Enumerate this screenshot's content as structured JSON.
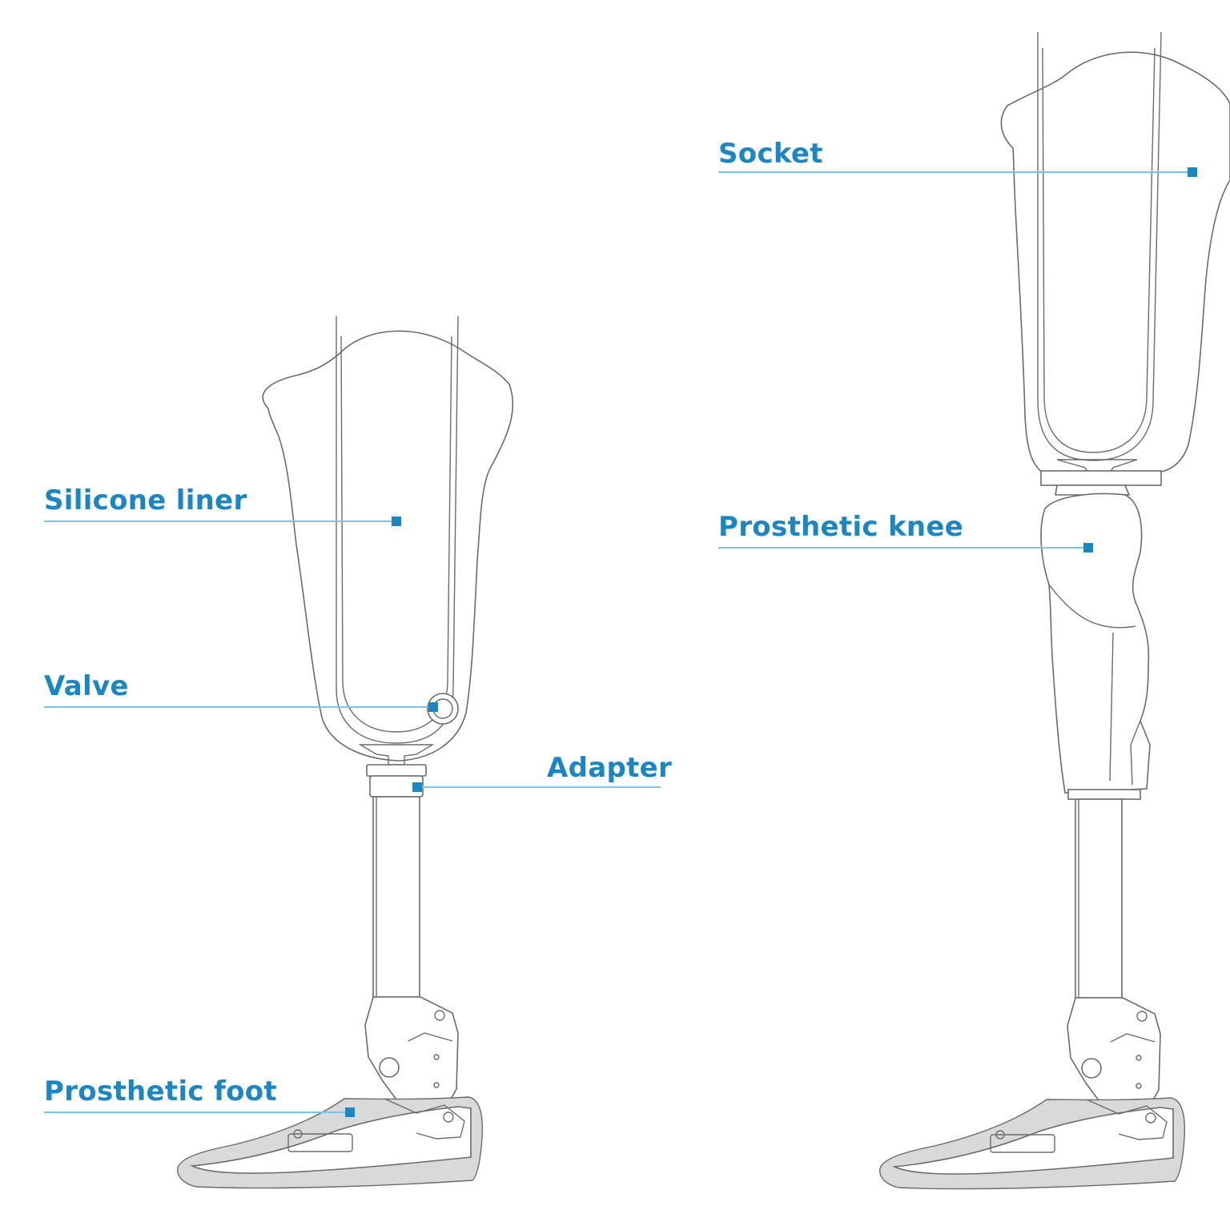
{
  "colors": {
    "label": "#1b86c2",
    "leader": "#7cc3e8",
    "marker": "#1b86c2",
    "line_art": "#6b6b6b"
  },
  "left_prosthesis": {
    "labels": {
      "silicone_liner": "Silicone liner",
      "valve": "Valve",
      "adapter": "Adapter",
      "prosthetic_foot": "Prosthetic foot"
    }
  },
  "right_prosthesis": {
    "labels": {
      "socket": "Socket",
      "prosthetic_knee": "Prosthetic knee"
    }
  }
}
